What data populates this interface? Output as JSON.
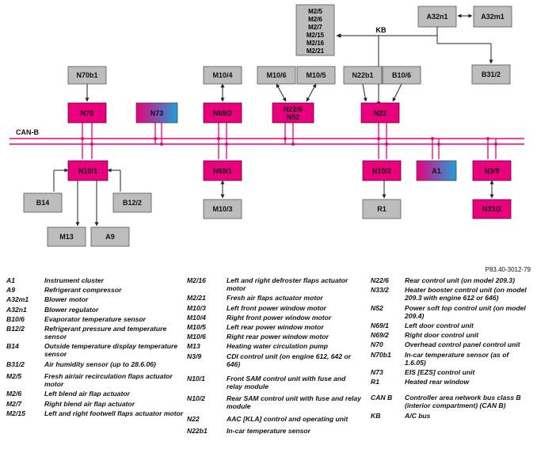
{
  "diagram": {
    "can_label": "CAN-B",
    "kb_label": "KB",
    "reference": "P83.40-3012-79",
    "boxes": {
      "m2": [
        "M2/5",
        "M2/6",
        "M2/7",
        "M2/15",
        "M2/16",
        "M2/21"
      ],
      "a32n1": "A32n1",
      "a32m1": "A32m1",
      "b31_2": "B31/2",
      "n70b1": "N70b1",
      "m10_4": "M10/4",
      "m10_6": "M10/6",
      "m10_5": "M10/5",
      "n22b1": "N22b1",
      "b10_6": "B10/6",
      "n70": "N70",
      "n73": "N73",
      "n69_2": "N69/2",
      "n22_6": "N22/6",
      "n52": "N52",
      "n22": "N22",
      "n10_1": "N10/1",
      "n69_1": "N69/1",
      "n10_2": "N10/2",
      "a1": "A1",
      "n3_9": "N3/9",
      "b14": "B14",
      "b12_2": "B12/2",
      "m10_3": "M10/3",
      "r1": "R1",
      "n33_2": "N33/2",
      "m13": "M13",
      "a9": "A9"
    }
  },
  "legend": {
    "col1": [
      {
        "code": "A1",
        "desc": "Instrument cluster"
      },
      {
        "code": "A9",
        "desc": "Refrigerant compressor"
      },
      {
        "code": "A32m1",
        "desc": "Blower motor"
      },
      {
        "code": "A32n1",
        "desc": "Blower regulator"
      },
      {
        "code": "B10/6",
        "desc": "Evaporator temperature sensor"
      },
      {
        "code": "B12/2",
        "desc": "Refrigerant pressure and temperature sensor"
      },
      {
        "code": "B14",
        "desc": "Outside temperature display temperature sensor"
      },
      {
        "code": "B31/2",
        "desc": "Air humidity sensor (up to 28.6.06)"
      },
      {
        "code": "M2/5",
        "desc": "Fresh air/air recirculation flaps actuator motor"
      },
      {
        "code": "M2/6",
        "desc": "Left blend air flap actuator"
      },
      {
        "code": "M2/7",
        "desc": "Right blend air flap actuator"
      },
      {
        "code": "M2/15",
        "desc": "Left and right footwell flaps actuator motor"
      }
    ],
    "col2": [
      {
        "code": "M2/16",
        "desc": "Left and right defroster flaps actuator motor"
      },
      {
        "code": "M2/21",
        "desc": "Fresh air flaps actuator motor"
      },
      {
        "code": "M10/3",
        "desc": "Left front power window motor"
      },
      {
        "code": "M10/4",
        "desc": "Right front power window motor"
      },
      {
        "code": "M10/5",
        "desc": "Left rear power window motor"
      },
      {
        "code": "M10/6",
        "desc": "Right rear power window motor"
      },
      {
        "code": "M13",
        "desc": "Heating water circulation pump"
      },
      {
        "code": "N3/9",
        "desc": "CDI control unit (on engine 612, 642 or 646)"
      },
      {
        "code": "N10/1",
        "desc": "Front SAM control unit with fuse and relay module"
      },
      {
        "code": "N10/2",
        "desc": "Rear SAM control unit with fuse and relay module"
      },
      {
        "code": "N22",
        "desc": "AAC [KLA] control and operating unit"
      },
      {
        "code": "N22b1",
        "desc": "In-car temperature sensor"
      }
    ],
    "col3": [
      {
        "code": "N22/6",
        "desc": "Rear control unit (on model 209.3)"
      },
      {
        "code": "N33/2",
        "desc": "Heater booster control unit (on model 209.3 with engine 612 or 646)"
      },
      {
        "code": "N52",
        "desc": "Power soft top control unit (on model 209.4)"
      },
      {
        "code": "N69/1",
        "desc": "Left door control unit"
      },
      {
        "code": "N69/2",
        "desc": "Right door control unit"
      },
      {
        "code": "N70",
        "desc": "Overhead control panel control unit"
      },
      {
        "code": "N70b1",
        "desc": "In-car temperature sensor (as of 1.6.05)"
      },
      {
        "code": "N73",
        "desc": "EIS [EZS] control unit"
      },
      {
        "code": "R1",
        "desc": "Heated rear window"
      },
      {
        "code": "CAN B",
        "desc": "Controller area network bus class B (interior compartment) (CAN B)"
      },
      {
        "code": "KB",
        "desc": "A/C bus"
      }
    ]
  }
}
